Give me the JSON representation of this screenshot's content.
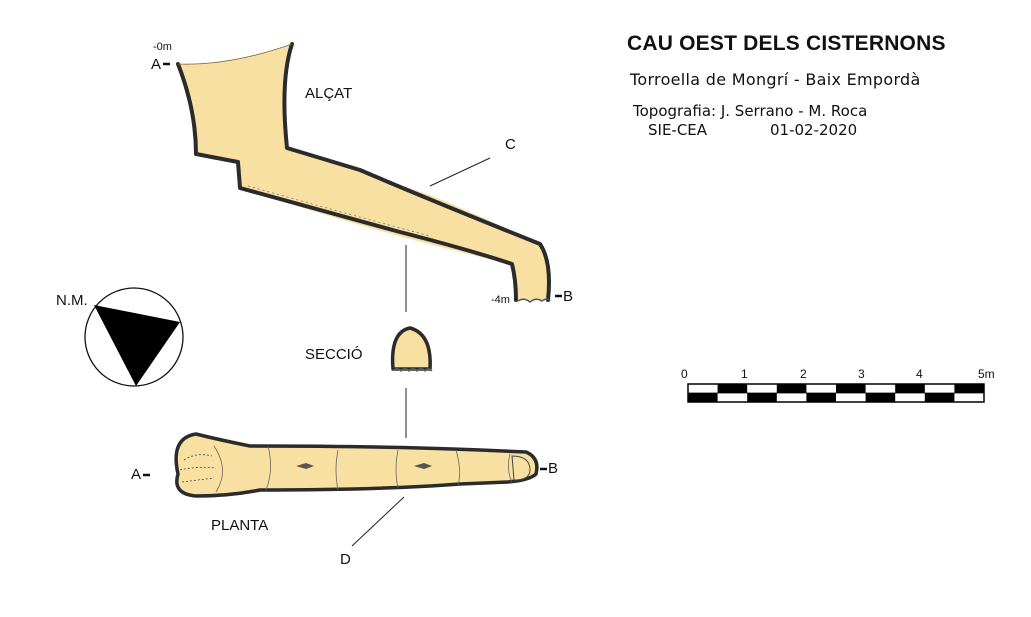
{
  "header": {
    "title": "CAU OEST DELS CISTERNONS",
    "location": "Torroella de Mongrí  -  Baix Empordà",
    "topography": "Topografia: J. Serrano - M. Roca",
    "organization": "SIE-CEA",
    "date": "01-02-2020"
  },
  "views": {
    "elevation": "ALÇAT",
    "section": "SECCIÓ",
    "plan": "PLANTA"
  },
  "points": {
    "a_elevation": "A",
    "b_elevation": "B",
    "c": "C",
    "d": "D",
    "a_plan": "A",
    "b_plan": "B"
  },
  "depths": {
    "top": "-0m",
    "bottom": "-4m"
  },
  "north": {
    "label": "N.M."
  },
  "scale": {
    "ticks": [
      "0",
      "1",
      "2",
      "3",
      "4",
      "5m"
    ]
  },
  "colors": {
    "cave_fill": "#f7e0a1",
    "outline": "#2b2b2b"
  }
}
